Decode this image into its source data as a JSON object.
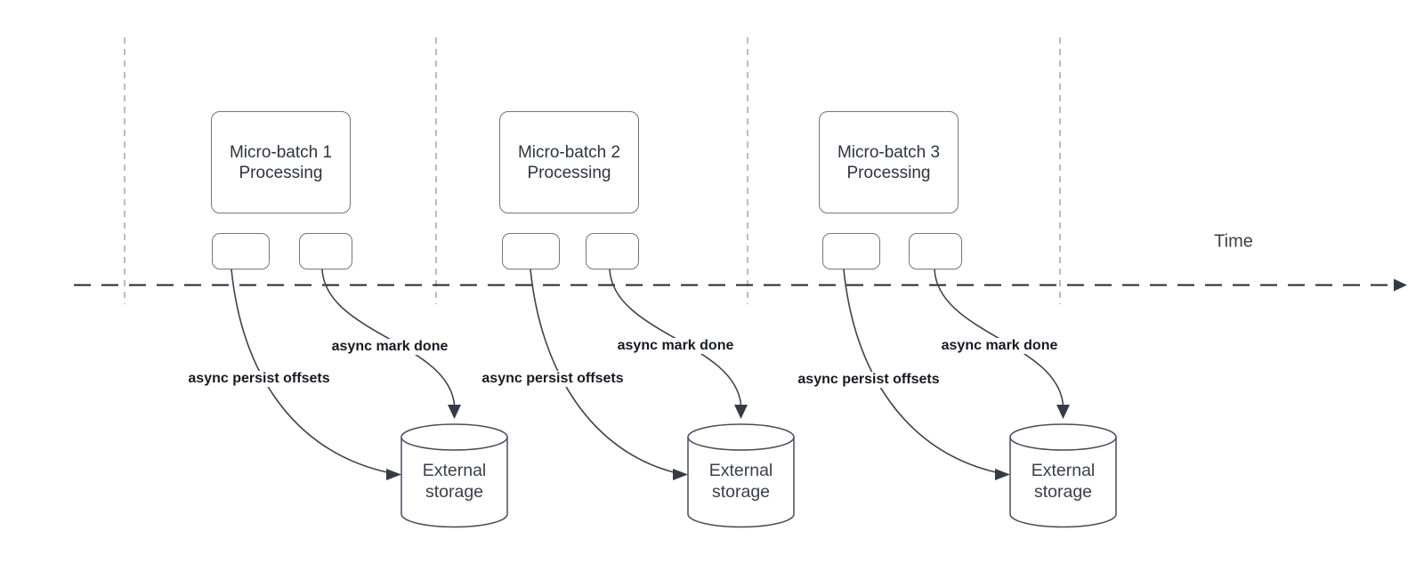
{
  "diagram": {
    "time_label": "Time",
    "batches": [
      {
        "title_line1": "Micro-batch 1",
        "title_line2": "Processing",
        "persist_label": "async persist offsets",
        "done_label": "async mark done",
        "storage_line1": "External",
        "storage_line2": "storage"
      },
      {
        "title_line1": "Micro-batch 2",
        "title_line2": "Processing",
        "persist_label": "async persist offsets",
        "done_label": "async mark done",
        "storage_line1": "External",
        "storage_line2": "storage"
      },
      {
        "title_line1": "Micro-batch 3",
        "title_line2": "Processing",
        "persist_label": "async persist offsets",
        "done_label": "async mark done",
        "storage_line1": "External",
        "storage_line2": "storage"
      }
    ],
    "colors": {
      "box_border": "#71767f",
      "cylinder_border": "#474d59",
      "arrow": "#3d4350",
      "arrowhead": "#343b47",
      "timeline": "#23262c",
      "gridline": "#a9acb1",
      "box_text": "#2e3440",
      "storage_text": "#3a3f49",
      "label_text": "#161a21",
      "time_text": "#3a3f49",
      "background": "#ffffff"
    }
  }
}
